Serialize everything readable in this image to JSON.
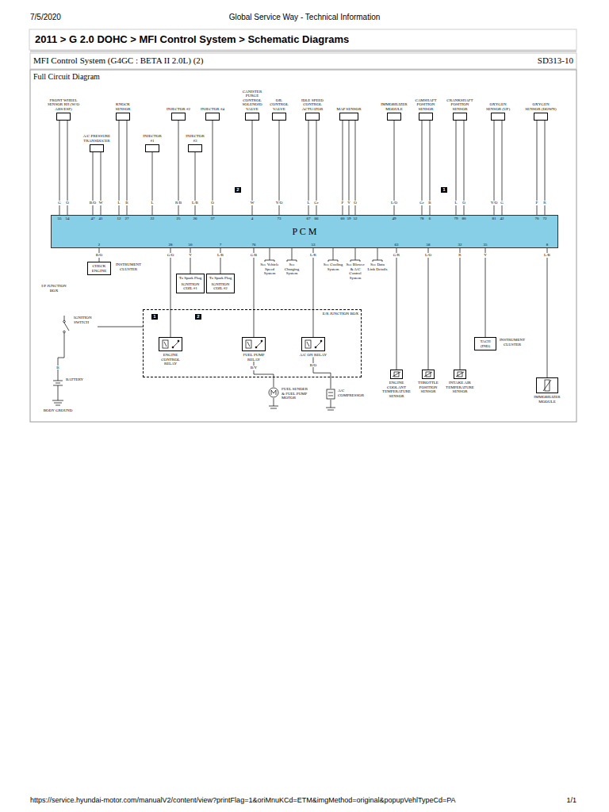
{
  "diagram": {
    "title": "2011 > G 2.0 DOHC > MFI Control System > Schematic Diagrams",
    "nodes": [
      {
        "text": [
          "FRONT WHEEL SENSOR RH (W/O ABS/ESP)"
        ]
      },
      {
        "text": [
          "KNOCK SENSOR"
        ]
      },
      {
        "text": [
          "INJECTOR #2"
        ]
      },
      {
        "text": [
          "INJECTOR #4"
        ]
      },
      {
        "text": [
          "CANISTER PURGE CONTROL SOLENOID VALVE"
        ]
      },
      {
        "text": [
          "OIL CONTROL VALVE"
        ]
      },
      {
        "text": [
          "IDLE SPEED CONTROL ACTUATOR"
        ]
      },
      {
        "text": [
          "MAP SENSOR"
        ]
      },
      {
        "text": [
          "IMMOBILIZER MODULE"
        ]
      },
      {
        "text": [
          "CAMSHAFT POSITION SENSOR"
        ]
      },
      {
        "text": [
          "CRANKSHAFT POSITION SENSOR"
        ]
      },
      {
        "text": [
          "OXYGEN SENSOR (UP)"
        ]
      },
      {
        "text": [
          "OXYGEN SENSOR (DOWN)"
        ]
      },
      {
        "text": [
          "A/C PRESSURE TRANSDUCER"
        ]
      },
      {
        "text": [
          "INJECTOR #1"
        ]
      },
      {
        "text": [
          "INJECTOR #3"
        ]
      },
      {
        "text": [
          "P C M"
        ]
      },
      {
        "text": [
          "CHECK ENGINE",
          "INSTRUMENT CLUSTER"
        ]
      },
      {
        "text": [
          "To Spark Plug",
          "IGNITION COIL #1"
        ]
      },
      {
        "text": [
          "To Spark Plug",
          "IGNITION COIL #2"
        ]
      },
      {
        "text": [
          "E/R JUNCTION BOX"
        ]
      },
      {
        "text": [
          "ENGINE CONTROL RELAY"
        ],
        "in": 20
      },
      {
        "text": [
          "FUEL PUMP RELAY"
        ],
        "in": 20
      },
      {
        "text": [
          "A/C ON RELAY"
        ],
        "in": 20
      },
      {
        "text": [
          "FUEL SENDER & FUEL PUMP MOTOR"
        ]
      },
      {
        "text": [
          "A/C COMPRESSOR"
        ]
      },
      {
        "text": [
          "ENGINE COOLANT TEMPERATURE SENSOR"
        ]
      },
      {
        "text": [
          "THROTTLE POSITION SENSOR"
        ]
      },
      {
        "text": [
          "INTAKE AIR TEMPERATURE SENSOR"
        ]
      },
      {
        "text": [
          "TACH (IND)",
          "INSTRUMENT CLUSTER"
        ]
      },
      {
        "text": [
          "IMMOBILIZER MODULE"
        ]
      },
      {
        "text": [
          "BATTERY"
        ]
      },
      {
        "text": [
          "IGNITION SWITCH"
        ]
      }
    ],
    "edges": [
      {
        "from": 0,
        "to": 16,
        "arrow": "none",
        "label": "G"
      },
      {
        "from": 0,
        "to": 16,
        "arrow": "none",
        "label": "O"
      },
      {
        "from": 13,
        "to": 16,
        "arrow": "none",
        "label": "B/O"
      },
      {
        "from": 13,
        "to": 16,
        "arrow": "none",
        "label": "W"
      },
      {
        "from": 1,
        "to": 16,
        "arrow": "none",
        "label": "L"
      },
      {
        "from": 1,
        "to": 16,
        "arrow": "none",
        "label": "B"
      },
      {
        "from": 14,
        "to": 16,
        "arrow": "none",
        "label": "L"
      },
      {
        "from": 2,
        "to": 16,
        "arrow": "none",
        "label": "R/B"
      },
      {
        "from": 15,
        "to": 16,
        "arrow": "none",
        "label": "L/B"
      },
      {
        "from": 3,
        "to": 16,
        "arrow": "none",
        "label": "O"
      },
      {
        "from": 4,
        "to": 16,
        "arrow": "none",
        "label": "W"
      },
      {
        "from": 5,
        "to": 16,
        "arrow": "none",
        "label": "Y/O"
      },
      {
        "from": 6,
        "to": 16,
        "arrow": "none",
        "label": "L"
      },
      {
        "from": 6,
        "to": 16,
        "arrow": "none",
        "label": "Gr"
      },
      {
        "from": 7,
        "to": 16,
        "arrow": "none",
        "label": "P"
      },
      {
        "from": 7,
        "to": 16,
        "arrow": "none",
        "label": "Y"
      },
      {
        "from": 7,
        "to": 16,
        "arrow": "none",
        "label": "O"
      },
      {
        "from": 8,
        "to": 16,
        "arrow": "none",
        "label": "L/O"
      },
      {
        "from": 9,
        "to": 16,
        "arrow": "none",
        "label": "Gr"
      },
      {
        "from": 9,
        "to": 16,
        "arrow": "none",
        "label": "B"
      },
      {
        "from": 10,
        "to": 16,
        "arrow": "none",
        "label": "L"
      },
      {
        "from": 10,
        "to": 16,
        "arrow": "none",
        "label": "O"
      },
      {
        "from": 11,
        "to": 16,
        "arrow": "none",
        "label": "Y/O"
      },
      {
        "from": 11,
        "to": 16,
        "arrow": "none",
        "label": "G"
      },
      {
        "from": 12,
        "to": 16,
        "arrow": "none",
        "label": "P"
      },
      {
        "from": 12,
        "to": 16,
        "arrow": "none",
        "label": "R"
      },
      {
        "from": 16,
        "to": 17,
        "arrow": "none",
        "label": "B/O"
      },
      {
        "from": 16,
        "to": 18,
        "arrow": "none",
        "label": "Y"
      },
      {
        "from": 16,
        "to": 19,
        "arrow": "none",
        "label": "L/B"
      },
      {
        "from": 16,
        "to": 21,
        "arrow": "none",
        "label": "G/O"
      },
      {
        "from": 16,
        "to": 22,
        "arrow": "none",
        "label": "G/B"
      },
      {
        "from": 16,
        "to": 23,
        "arrow": "none",
        "label": "L/R"
      },
      {
        "from": 16,
        "to": 26,
        "arrow": "none",
        "label": "G/R"
      },
      {
        "from": 16,
        "to": 27,
        "arrow": "none",
        "label": "L/O"
      },
      {
        "from": 16,
        "to": 28,
        "arrow": "none",
        "label": "R"
      },
      {
        "from": 16,
        "to": 29,
        "arrow": "none",
        "label": "Y"
      },
      {
        "from": 16,
        "to": 30,
        "arrow": "none",
        "label": "L/B"
      },
      {
        "from": 22,
        "to": 24,
        "arrow": "none",
        "label": "B/Y"
      },
      {
        "from": 23,
        "to": 25,
        "arrow": "none",
        "label": "B/O"
      },
      {
        "from": 31,
        "to": 32,
        "arrow": "none",
        "label": "B"
      },
      {
        "from": 32,
        "to": 20,
        "arrow": "none"
      }
    ],
    "labels": [
      "7/5/2020",
      "Global Service Way - Technical Information",
      "MFI Control System (G4GC : BETA II 2.0L) (2)",
      "SD313-10",
      "Full Circuit Diagram",
      "https://service.hyundai-motor.com/manualV2/content/view?printFlag=1&oriMnuKCd=ETM&imgMethod=original&popupVehlTypeCd=PA",
      "1/1",
      "55",
      "54",
      "47",
      "41",
      "12",
      "27",
      "22",
      "25",
      "26",
      "37",
      "4",
      "73",
      "67",
      "66",
      "60",
      "59",
      "52",
      "49",
      "78",
      "6",
      "79",
      "80",
      "81",
      "42",
      "70",
      "72",
      "2",
      "50",
      "7",
      "28",
      "76",
      "53",
      "63",
      "58",
      "32",
      "35",
      "8",
      "See Vehicle Speed System",
      "See Charging System",
      "See Cooling System",
      "See Blower & A/C Control System",
      "See Data Link Details",
      "BODY GROUND",
      "I/P JUNCTION BOX",
      "2",
      "1",
      "1",
      "2"
    ]
  }
}
